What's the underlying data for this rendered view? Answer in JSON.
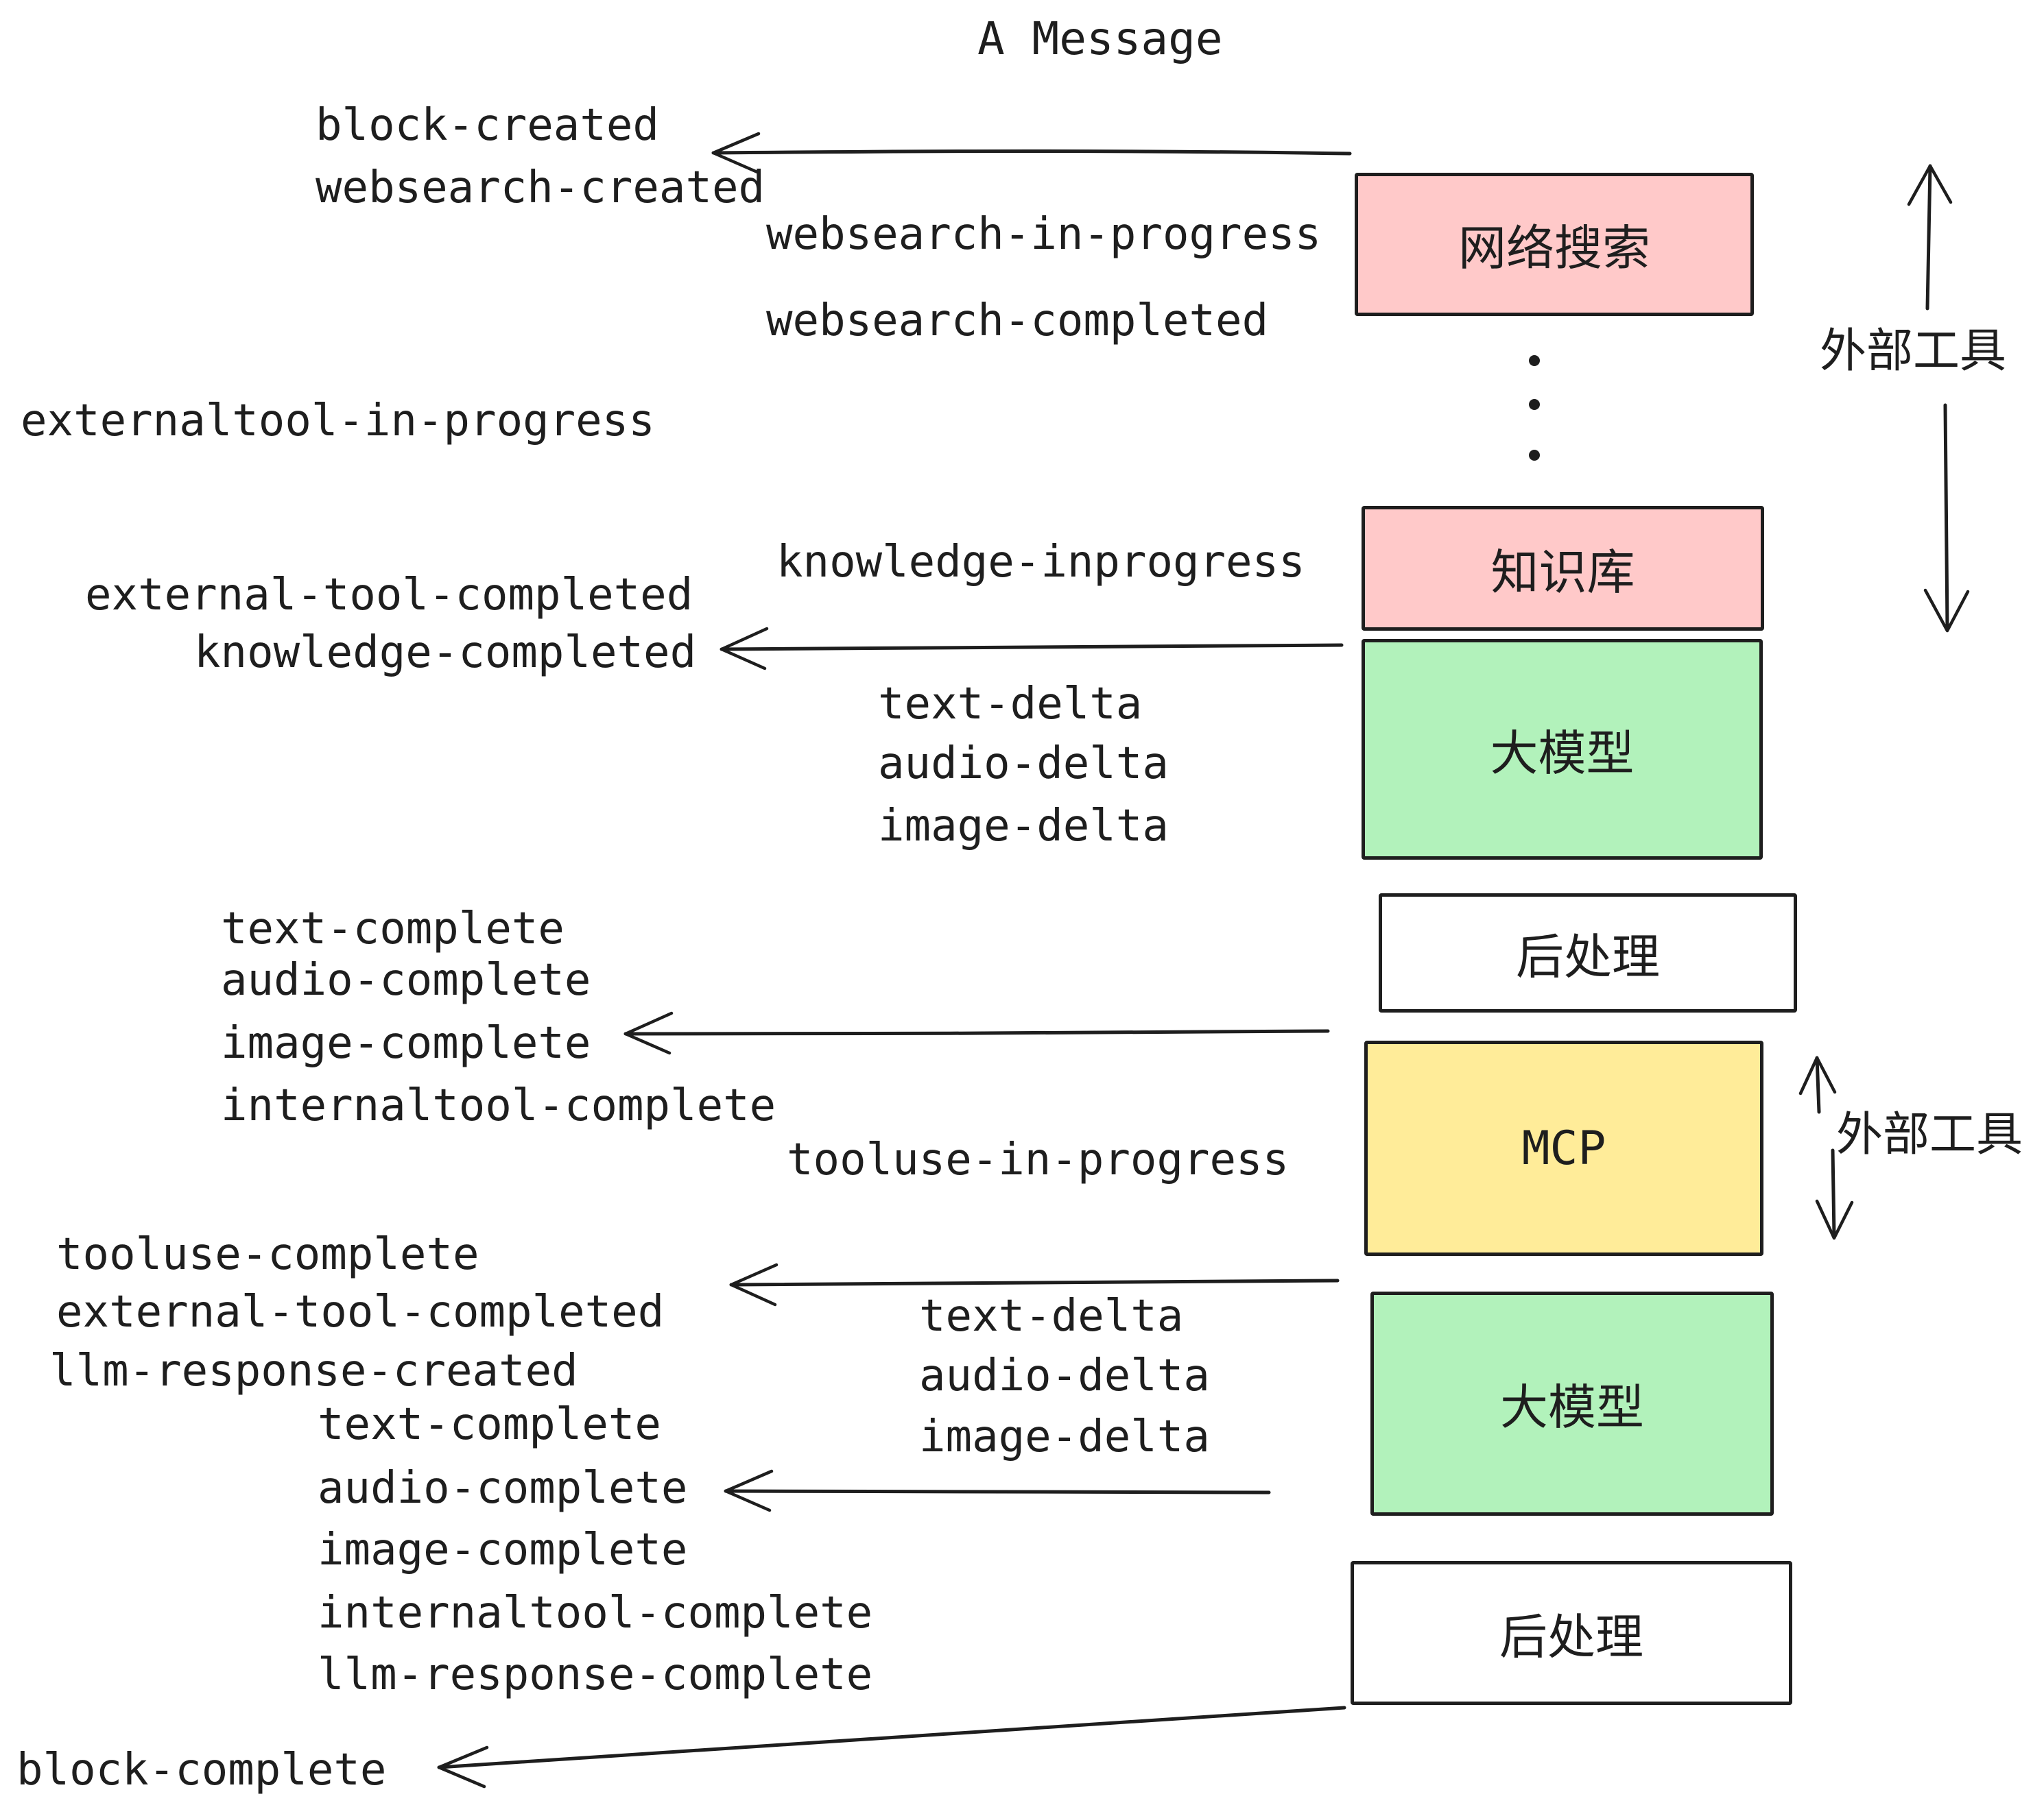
{
  "title": "A Message",
  "events": {
    "block_created": "block-created",
    "websearch_created": "websearch-created",
    "websearch_in_progress": "websearch-in-progress",
    "websearch_completed": "websearch-completed",
    "externaltool_in_progress": "externaltool-in-progress",
    "knowledge_inprogress": "knowledge-inprogress",
    "external_tool_completed": "external-tool-completed",
    "knowledge_completed": "knowledge-completed",
    "text_delta": "text-delta",
    "audio_delta": "audio-delta",
    "image_delta": "image-delta",
    "text_complete": "text-complete",
    "audio_complete": "audio-complete",
    "image_complete": "image-complete",
    "internaltool_complete": "internaltool-complete",
    "tooluse_in_progress": "tooluse-in-progress",
    "tooluse_complete": "tooluse-complete",
    "llm_response_created": "llm-response-created",
    "llm_response_complete": "llm-response-complete",
    "block_complete": "block-complete"
  },
  "boxes": {
    "websearch": "网络搜索",
    "knowledge": "知识库",
    "llm": "大模型",
    "postprocess": "后处理",
    "mcp": "MCP"
  },
  "annotations": {
    "external_tools": "外部工具"
  },
  "colors": {
    "pink": "#ffc9c9",
    "green": "#b2f2bb",
    "yellow": "#ffec99",
    "white": "#ffffff",
    "ink": "#1e1e1e",
    "background": "#ffffff"
  }
}
